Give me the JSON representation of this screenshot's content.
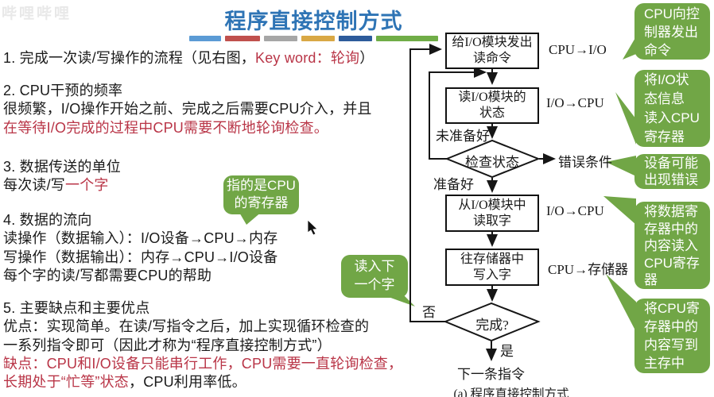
{
  "title": "程序直接控制方式",
  "watermark": "哔哩哔哩",
  "colors": {
    "title_blue": "#2e74b5",
    "red": "#b93547",
    "green": "#71a646",
    "line_black": "#161616",
    "dash_colors": [
      "#5b9bd5",
      "#c0504d",
      "#a6a6a6",
      "#d9a845",
      "#2d5b9b",
      "#70ad47"
    ]
  },
  "notes": {
    "sections": [
      {
        "lines": [
          [
            {
              "t": "1. 完成一次读/写操作的流程（见右图，"
            },
            {
              "t": "Key word：轮询",
              "c": "red"
            },
            {
              "t": "）"
            }
          ]
        ]
      },
      {
        "lines": [
          [
            {
              "t": "2. CPU干预的频率"
            }
          ],
          [
            {
              "t": "很频繁，I/O操作开始之前、完成之后需要CPU介入，并且"
            }
          ],
          [
            {
              "t": "在等待I/O完成的过程中CPU需要不断地轮询检查。",
              "c": "red"
            }
          ]
        ]
      },
      {
        "lines": [
          [
            {
              "t": "3. 数据传送的单位"
            }
          ],
          [
            {
              "t": "每次读/写"
            },
            {
              "t": "一个字",
              "c": "red"
            }
          ]
        ]
      },
      {
        "lines": [
          [
            {
              "t": "4. 数据的流向"
            }
          ],
          [
            {
              "t": "读操作（数据输入）：I/O设备→CPU→内存"
            }
          ],
          [
            {
              "t": "写操作（数据输出）：内存→CPU→I/O设备"
            }
          ],
          [
            {
              "t": "每个字的读/写都需要CPU的帮助"
            }
          ]
        ]
      },
      {
        "lines": [
          [
            {
              "t": "5. 主要缺点和主要优点"
            }
          ],
          [
            {
              "t": "优点：实现简单。在读/写指令之后，加上实现循环检查的"
            }
          ],
          [
            {
              "t": "一系列指令即可（因此才称为“程序直接控制方式”）"
            }
          ],
          [
            {
              "t": "缺点：CPU和I/O设备只能串行工作，CPU需要一直轮询检查，",
              "c": "red"
            }
          ],
          [
            {
              "t": "长期处于“忙等”状态",
              "c": "red"
            },
            {
              "t": "，CPU利用率低。"
            }
          ]
        ]
      }
    ]
  },
  "flowchart": {
    "boxes": [
      {
        "text": "给I/O模块发出\n读命令"
      },
      {
        "text": "读I/O模块的\n状态"
      },
      {
        "text": "从I/O模块中\n读取字"
      },
      {
        "text": "往存储器中\n写入字"
      }
    ],
    "decisions": [
      {
        "text": "检查状态"
      },
      {
        "text": "完成?"
      }
    ],
    "labels": [
      {
        "text": "CPU→I/O"
      },
      {
        "text": "I/O→CPU"
      },
      {
        "text": "未准备好"
      },
      {
        "text": "准备好"
      },
      {
        "text": "错误条件"
      },
      {
        "text": "I/O→CPU"
      },
      {
        "text": "CPU→存储器"
      },
      {
        "text": "否"
      },
      {
        "text": "是"
      },
      {
        "text": "下一条指令"
      }
    ],
    "caption": "(a) 程序直接控制方式"
  },
  "bubbles": [
    {
      "text": "指的是CPU\n的寄存器"
    },
    {
      "text": "读入下\n一个字"
    },
    {
      "text": "CPU向控\n制器发出\n命令"
    },
    {
      "text": "将I/O状\n态信息\n读入CPU\n寄存器"
    },
    {
      "text": "设备可能\n出现错误"
    },
    {
      "text": "将数据寄\n存器中的\n内容读入\nCPU寄存\n器"
    },
    {
      "text": "将CPU寄\n存器中的\n内容写到\n主存中"
    }
  ]
}
